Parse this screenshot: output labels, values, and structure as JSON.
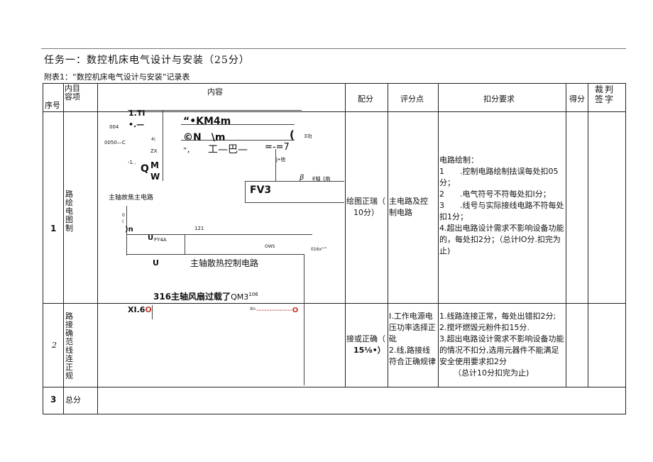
{
  "title": "任务一：数控机床电气设计与安装（25分）",
  "subtitle": "附表1：“数控机床电气设计与安装”记录表",
  "headers": {
    "seq": "序号",
    "item": "内目容项",
    "content": "内容",
    "points": "配分",
    "eval": "评分点",
    "deduct": "扣分要求",
    "score": "得分",
    "sign": "裁判签字"
  },
  "rows": [
    {
      "seq": "1",
      "item": "路绘电图制",
      "points_line1": "绘图正瑞（",
      "points_line2": "10分）",
      "eval": "主电路及控制电路",
      "deduct": [
        "电路绘制：",
        "1　　.控制电路绘制抾误每处扣05分；",
        "2　　.电气符号不符每处扣I分；",
        "3　　.线号与实际接线电路不符每处扣1分；",
        "4.超出电路设计需求不影响设备功能的，每处扣2分；（总计IO分.扣完为止)"
      ]
    },
    {
      "seq": "2",
      "item": "路接确范线连正规",
      "points_line1": "接或正确（",
      "points_line2": "15⅛•）",
      "eval": [
        "I.工作电源电压功率选择正砒",
        "2.线,路接线符合正确规律"
      ],
      "deduct": [
        "1.线路连接正常，每处出错扣2分;",
        "2.搅坏燃毁元粉件扣15分.",
        "3.超出电路设计需求不影响设备功能的情况不扣分,选用元器件不能满足安全使用要求扣2分",
        "（总计10分扣完为止)"
      ]
    },
    {
      "seq": "3",
      "item": "总分"
    }
  ],
  "diagram": {
    "l1": "1.TI",
    "l2": "•.—",
    "l3": "004",
    "l4": "0050—C",
    "l5": "-1..",
    "l6": "4\\",
    "l7": "ZX",
    "l8": "Q",
    "l9": "M",
    "l10": "W",
    "km4m": "“•KM4m",
    "cn": "©N　\\m",
    "quote": "”，",
    "gong": "工—巴—",
    "eq": "=-=7",
    "paren": "(",
    "gongn": "3功",
    "ta": "J•他",
    "beta": "β",
    "fan": "E轴《扇",
    "fv3": "FV3",
    "main_circuit": "主轴故焦主电路",
    "s1": "0",
    "s2": "(",
    "n": ")n",
    "fy4a_u": "U",
    "fy4a": "FY4A",
    "n121": "121",
    "ows": "OWS",
    "n016": "016x°^",
    "u2": "U",
    "heat_ctrl": "主轴散热控制电路",
    "overload_pre": "316主轴风扇过载了",
    "overload_suf": "QM3",
    "overload_sup": "106",
    "xi6": "XI.6",
    "o1": "O",
    "xn": "Xn",
    "dashes": "--------------",
    "o2": "O"
  }
}
